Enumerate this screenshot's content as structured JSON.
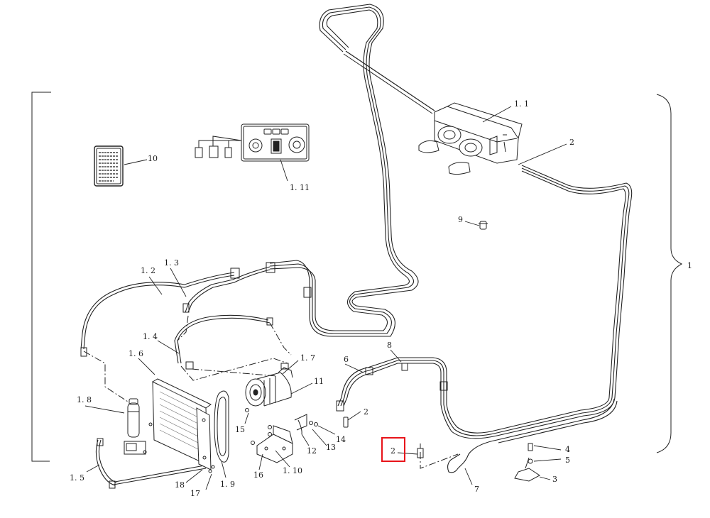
{
  "highlight_color": "#e8141a",
  "labels": {
    "l1": "1",
    "l1_1": "1. 1",
    "l1_2": "1. 2",
    "l1_3": "1. 3",
    "l1_4": "1. 4",
    "l1_5": "1. 5",
    "l1_6": "1. 6",
    "l1_7": "1. 7",
    "l1_8": "1. 8",
    "l1_9": "1. 9",
    "l1_10": "1. 10",
    "l1_11": "1. 11",
    "l2_top": "2",
    "l2_mid": "2",
    "l2_sel": "2",
    "l3": "3",
    "l4": "4",
    "l5": "5",
    "l6": "6",
    "l7": "7",
    "l8": "8",
    "l9": "9",
    "l10": "10",
    "l11": "11",
    "l12": "12",
    "l13": "13",
    "l14": "14",
    "l15": "15",
    "l16": "16",
    "l17": "17",
    "l18": "18"
  }
}
